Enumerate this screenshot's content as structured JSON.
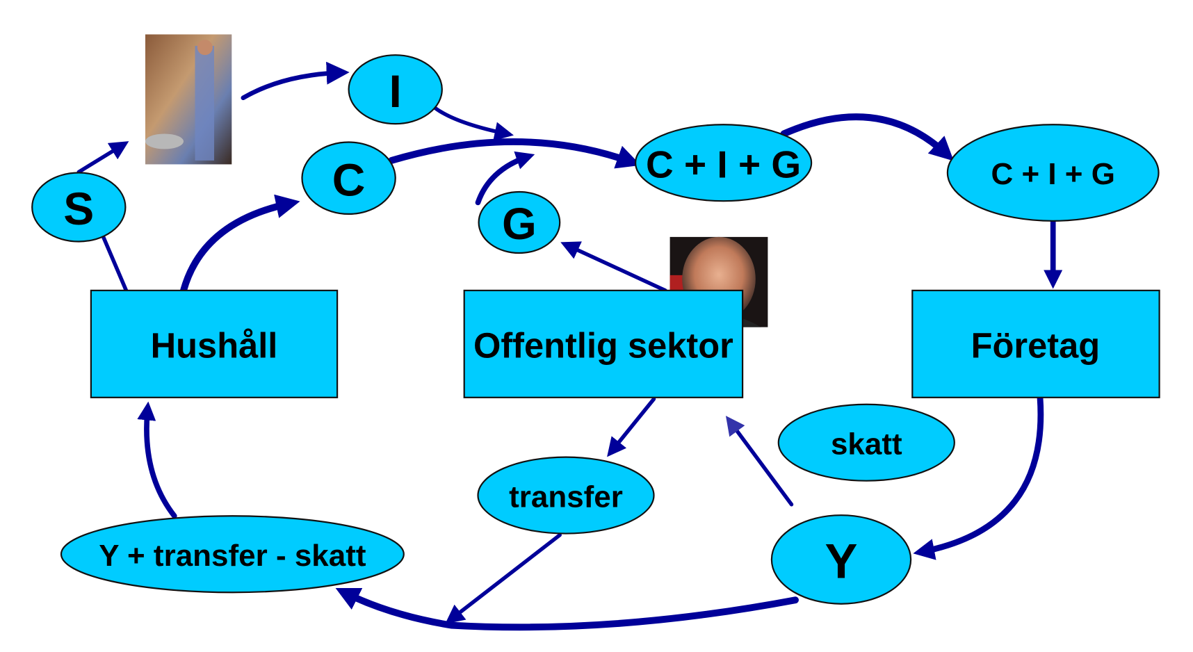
{
  "nodes": {
    "s": "S",
    "i": "I",
    "c": "C",
    "g": "G",
    "cig_1": "C + I + G",
    "cig_2": "C + I + G",
    "hushall": "Hushåll",
    "offentlig": "Offentlig sektor",
    "foretag": "Företag",
    "skatt": "skatt",
    "transfer": "transfer",
    "y": "Y",
    "disposable": "Y + transfer - skatt"
  },
  "colors": {
    "node_fill": "#00CCFF",
    "arrow": "#000099",
    "arrow_light": "#3333AA"
  },
  "images": {
    "investor": "photo-of-businessman",
    "government": "photo-of-politician"
  }
}
